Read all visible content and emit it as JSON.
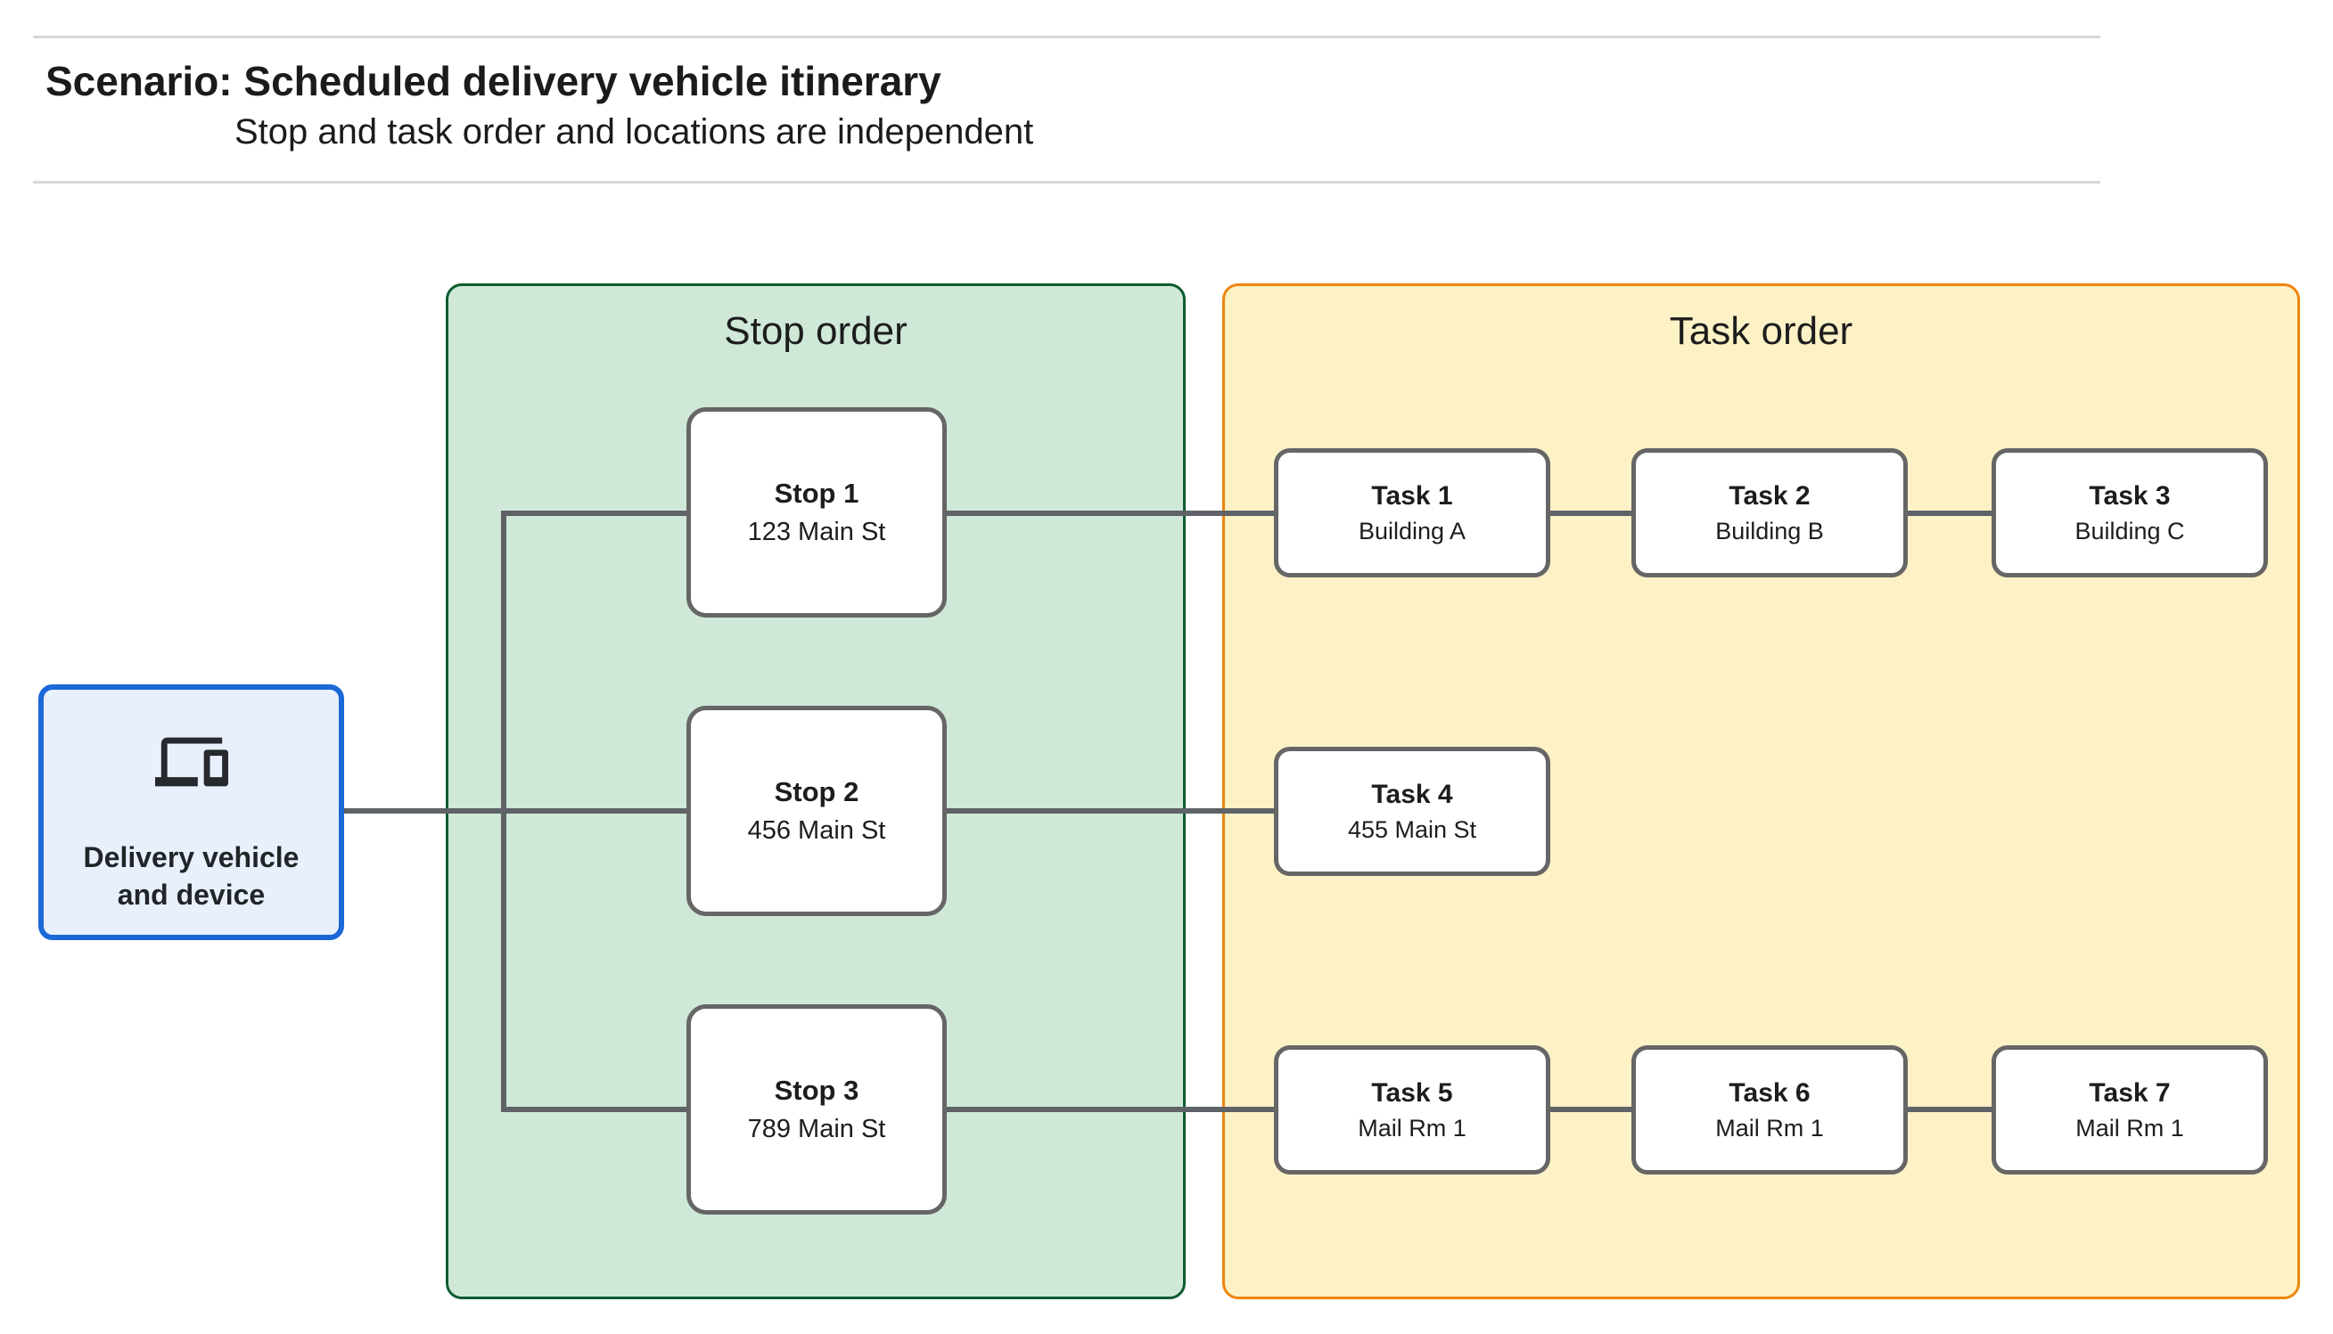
{
  "header": {
    "title": "Scenario: Scheduled delivery vehicle itinerary",
    "subtitle": "Stop and task order and locations are independent"
  },
  "vehicle": {
    "label_line1": "Delivery vehicle",
    "label_line2": "and device",
    "icon": "devices-icon"
  },
  "stop_panel": {
    "label": "Stop order"
  },
  "task_panel": {
    "label": "Task order"
  },
  "stops": [
    {
      "name": "Stop 1",
      "location": "123 Main St"
    },
    {
      "name": "Stop 2",
      "location": "456 Main St"
    },
    {
      "name": "Stop 3",
      "location": "789 Main St"
    }
  ],
  "tasks": [
    {
      "name": "Task 1",
      "location": "Building A"
    },
    {
      "name": "Task 2",
      "location": "Building B"
    },
    {
      "name": "Task 3",
      "location": "Building C"
    },
    {
      "name": "Task 4",
      "location": "455 Main St"
    },
    {
      "name": "Task 5",
      "location": "Mail Rm 1"
    },
    {
      "name": "Task 6",
      "location": "Mail Rm 1"
    },
    {
      "name": "Task 7",
      "location": "Mail Rm 1"
    }
  ],
  "colors": {
    "stop_panel_fill": "#cfe8d8",
    "stop_panel_border": "#0d5c2f",
    "task_panel_fill": "#fdf1c6",
    "task_panel_border": "#ee860d",
    "vehicle_fill": "#e8f0fc",
    "vehicle_border": "#1b68d8",
    "node_border": "#666666",
    "connector": "#5f6367",
    "text": "#1d1d1d"
  }
}
